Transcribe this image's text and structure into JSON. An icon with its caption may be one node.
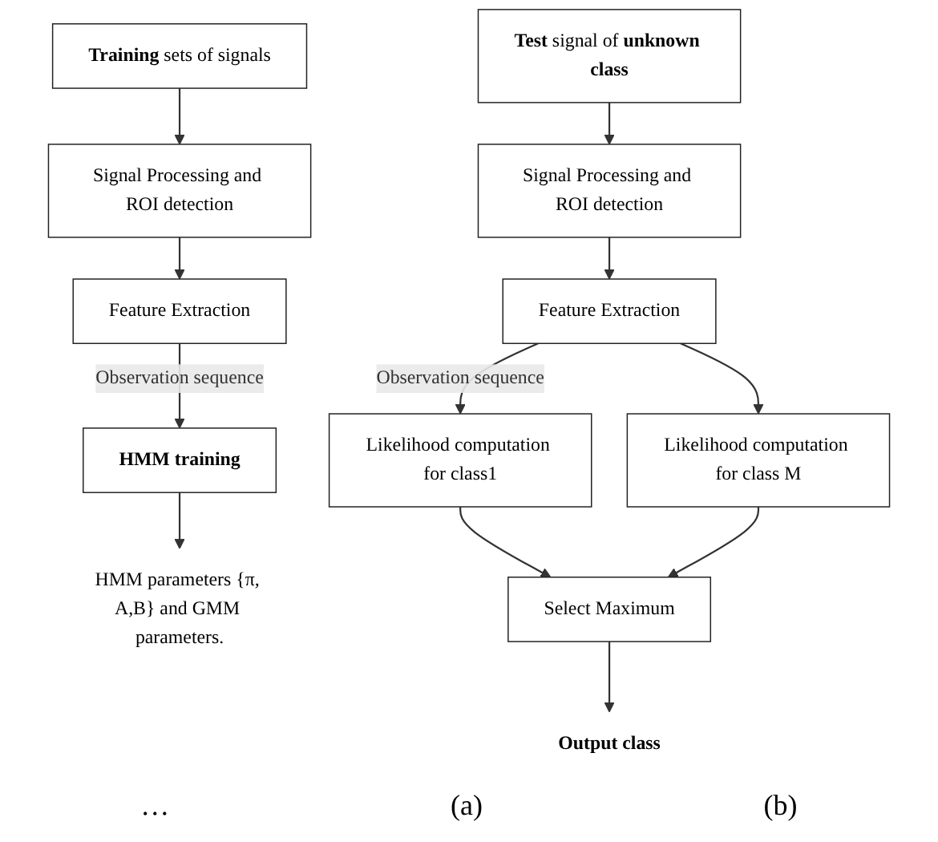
{
  "diagram": {
    "nodes": [
      {
        "text": [
          "**Training** sets of signals"
        ]
      },
      {
        "text": [
          "Signal Processing and ROI detection"
        ]
      },
      {
        "text": [
          "Feature Extraction"
        ]
      },
      {
        "text": [
          "HMM training"
        ]
      },
      {
        "text": [
          "HMM parameters {π, A,B} and GMM parameters."
        ]
      },
      {
        "text": [
          "**Test** signal of **unknown class**"
        ]
      },
      {
        "text": [
          "Signal Processing and ROI detection"
        ]
      },
      {
        "text": [
          "Feature Extraction"
        ]
      },
      {
        "text": [
          "Likelihood computation for class1"
        ]
      },
      {
        "text": [
          "Likelihood computation for class M"
        ]
      },
      {
        "text": [
          "Select Maximum"
        ]
      },
      {
        "text": [
          "Output class"
        ]
      }
    ],
    "edges": [
      {
        "from": 0,
        "to": 1,
        "arrow": "to"
      },
      {
        "from": 1,
        "to": 2,
        "arrow": "to"
      },
      {
        "from": 2,
        "to": 3,
        "arrow": "to",
        "label": "Observation sequence"
      },
      {
        "from": 3,
        "to": 4,
        "arrow": "to"
      },
      {
        "from": 5,
        "to": 6,
        "arrow": "to"
      },
      {
        "from": 6,
        "to": 7,
        "arrow": "to"
      },
      {
        "from": 7,
        "to": 8,
        "arrow": "to",
        "label": "Observation sequence"
      },
      {
        "from": 7,
        "to": 9,
        "arrow": "to"
      },
      {
        "from": 8,
        "to": 10,
        "arrow": "to"
      },
      {
        "from": 9,
        "to": 10,
        "arrow": "to"
      },
      {
        "from": 10,
        "to": 11,
        "arrow": "to"
      }
    ],
    "labels": [
      "…",
      "(a)",
      "(b)"
    ]
  }
}
